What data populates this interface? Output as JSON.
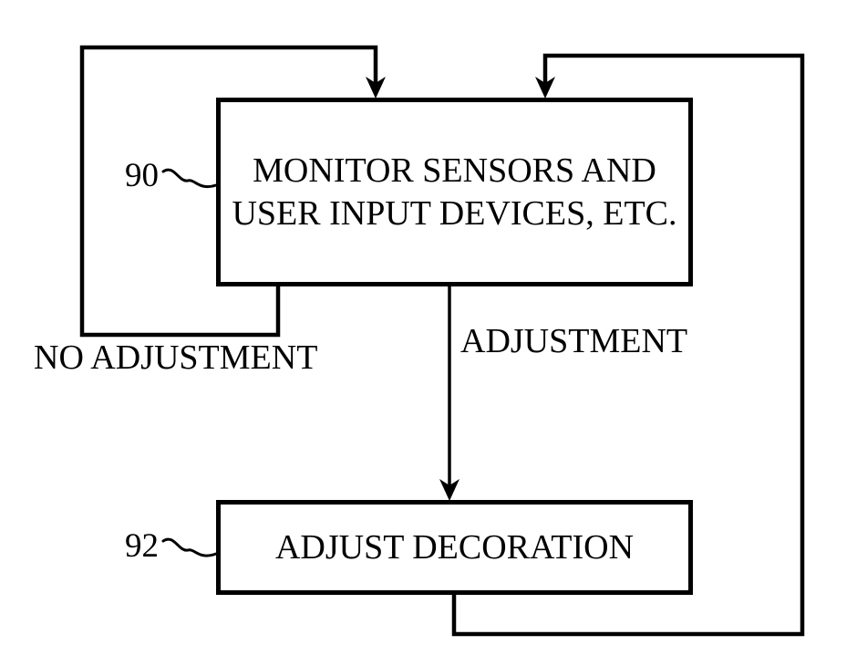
{
  "figure": {
    "type": "flowchart",
    "colors": {
      "background": "#ffffff",
      "line": "#000000",
      "text": "#000000"
    },
    "nodes": [
      {
        "ref": "90",
        "lines": [
          "MONITOR SENSORS AND",
          "USER INPUT DEVICES, ETC."
        ]
      },
      {
        "ref": "92",
        "lines": [
          "ADJUST DECORATION"
        ]
      }
    ],
    "edges": [
      {
        "from": "90",
        "to": "90",
        "label": "NO ADJUSTMENT"
      },
      {
        "from": "90",
        "to": "92",
        "label": "ADJUSTMENT"
      },
      {
        "from": "92",
        "to": "90",
        "label": ""
      }
    ]
  }
}
